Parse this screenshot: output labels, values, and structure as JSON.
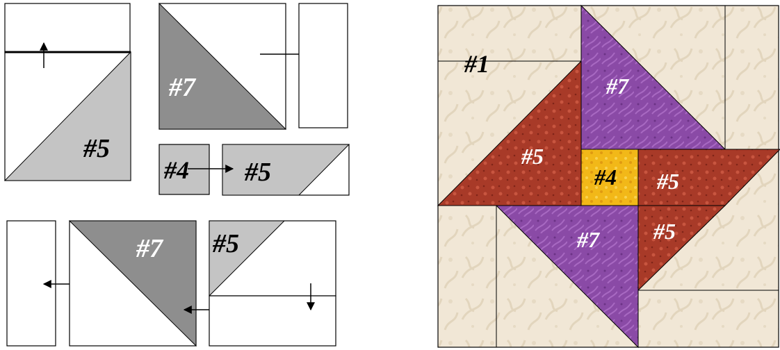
{
  "diagram": {
    "labels": {
      "piece_1": "#1",
      "piece_4": "#4",
      "piece_5": "#5",
      "piece_7": "#7"
    },
    "colors": {
      "gray_light": "#c4c4c4",
      "gray_dark": "#8e8e8e",
      "background_fabric": "#f1e7d6",
      "red_fabric": "#a83a28",
      "purple_fabric": "#8a4aa6",
      "gold_fabric": "#f2b818"
    }
  }
}
